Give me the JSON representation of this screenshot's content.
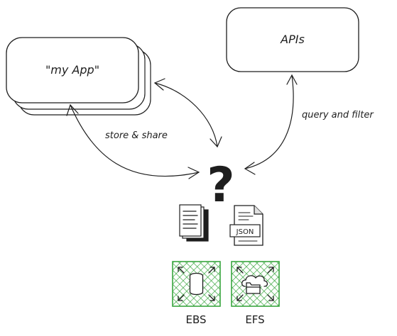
{
  "nodes": {
    "app": {
      "label": "\"my App\""
    },
    "apis": {
      "label": "APIs"
    },
    "unknown": {
      "label": "?"
    },
    "documents": {
      "icon": "documents-icon"
    },
    "json_file": {
      "icon": "json-file-icon",
      "label": "JSON"
    },
    "ebs": {
      "label": "EBS",
      "icon": "ebs-volume-icon",
      "color": "#3aa640"
    },
    "efs": {
      "label": "EFS",
      "icon": "efs-folder-icon",
      "color": "#3aa640"
    }
  },
  "edges": {
    "store_share": {
      "label": "store & share"
    },
    "query_filter": {
      "label": "query and filter"
    }
  },
  "colors": {
    "stroke": "#1e1e1e",
    "storage_green": "#3aa640"
  }
}
